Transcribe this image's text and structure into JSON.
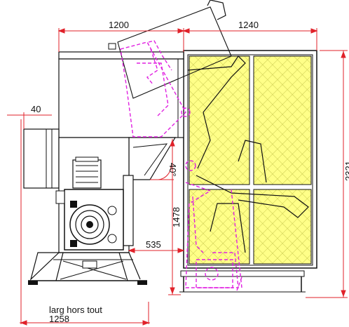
{
  "dimensions": {
    "top_left": "1200",
    "top_right": "1240",
    "left_small": "40",
    "angle": "40°",
    "height_mid": "1478",
    "horizontal_mid": "535",
    "total_height": "2321"
  },
  "caption": {
    "line1": "larg hors tout",
    "line2": "1258"
  },
  "colors": {
    "line": "#111111",
    "dimension": "#e0222a",
    "overlay": "#e020e0",
    "mesh_fill": "#ffff88",
    "mesh_grid": "#c8c850"
  }
}
